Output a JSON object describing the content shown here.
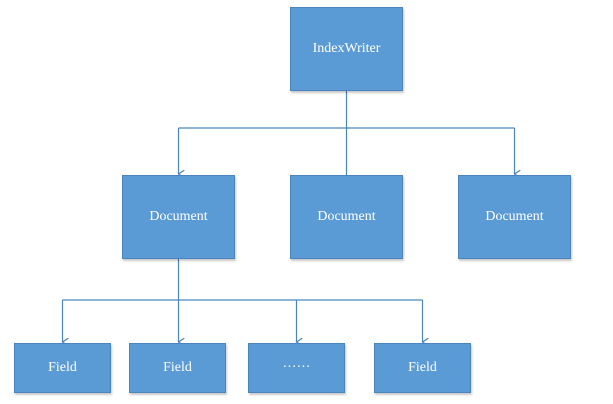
{
  "diagram": {
    "root": {
      "label": "IndexWriter"
    },
    "documents": [
      {
        "label": "Document"
      },
      {
        "label": "Document"
      },
      {
        "label": "Document"
      }
    ],
    "fields": [
      {
        "label": "Field"
      },
      {
        "label": "Field"
      },
      {
        "label": "······"
      },
      {
        "label": "Field"
      }
    ]
  },
  "colors": {
    "node_fill": "#5b9bd5",
    "node_border": "#4a86bd",
    "connector": "#4a86bd",
    "text": "#ffffff"
  }
}
